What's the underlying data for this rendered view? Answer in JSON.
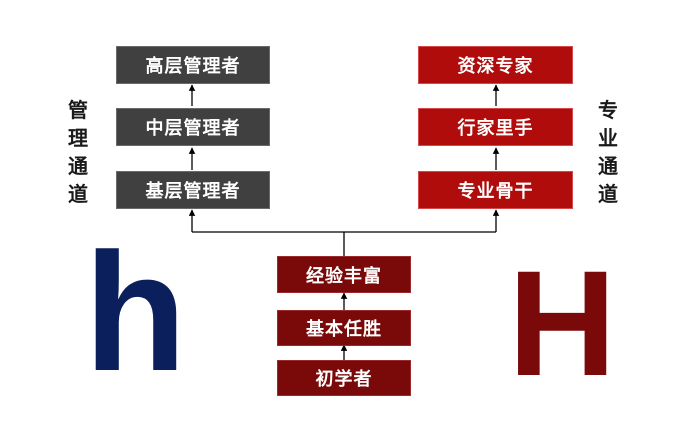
{
  "management": {
    "label": "管理通道",
    "levels": [
      "高层管理者",
      "中层管理者",
      "基层管理者"
    ]
  },
  "professional": {
    "label": "专业通道",
    "levels": [
      "资深专家",
      "行家里手",
      "专业骨干"
    ]
  },
  "foundation": {
    "levels": [
      "经验丰富",
      "基本任胜",
      "初学者"
    ]
  },
  "letters": {
    "left": "h",
    "right": "H",
    "left_color": "#0a1f5c",
    "right_color": "#7a0a0a"
  },
  "colors": {
    "management_box": "#404040",
    "professional_box": "#b00c0c",
    "foundation_box": "#7a0a0a"
  }
}
